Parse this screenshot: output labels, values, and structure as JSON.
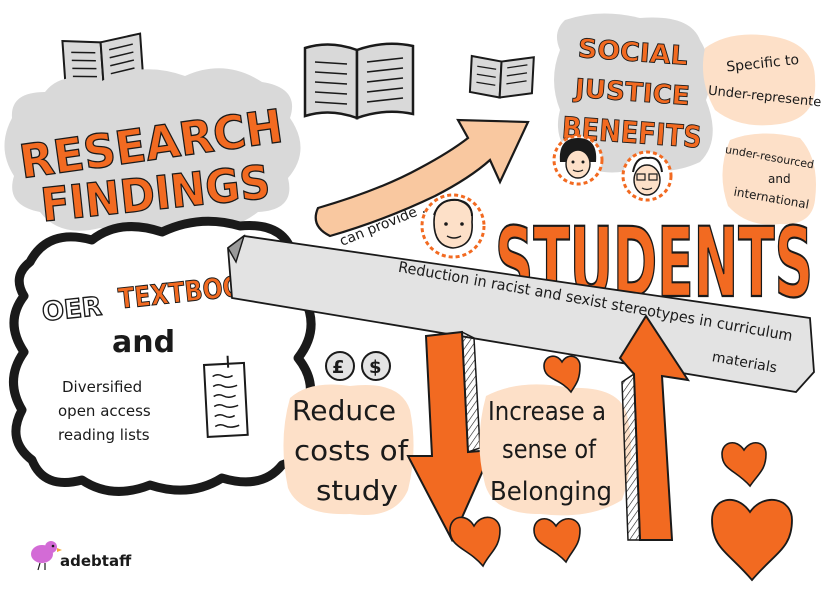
{
  "title": {
    "line1": "RESEARCH",
    "line2": "FINDINGS"
  },
  "oer": {
    "prefix": "OER",
    "main": "TEXTBOOKS",
    "joiner": "and",
    "list_line1": "Diversified",
    "list_line2": "open access",
    "list_line3": "reading lists"
  },
  "arrow_label": "can provide .....",
  "social": {
    "line1": "SOCIAL",
    "line2": "JUSTICE",
    "line3": "BENEFITS"
  },
  "notes": {
    "specific_line1": "Specific to",
    "specific_line2": "Under-represented",
    "under_line1": "under-resourced",
    "under_line2": "and",
    "under_line3": "international"
  },
  "students": "STUDENTS",
  "banner": {
    "line1": "Reduction in racist and sexist stereotypes in curriculum",
    "line2": "materials"
  },
  "currency": {
    "pound": "£",
    "dollar": "$"
  },
  "reduce": {
    "line1": "Reduce",
    "line2": "costs of",
    "line3": "study"
  },
  "increase": {
    "line1": "Increase a",
    "line2": "sense of",
    "line3": "Belonging"
  },
  "signature": "adebtaff",
  "colors": {
    "orange": "#f26a21",
    "peach": "#fde0c8",
    "grey": "#d9d9d9",
    "darkgrey": "#8c8c8c",
    "ink": "#1a1a1a"
  }
}
